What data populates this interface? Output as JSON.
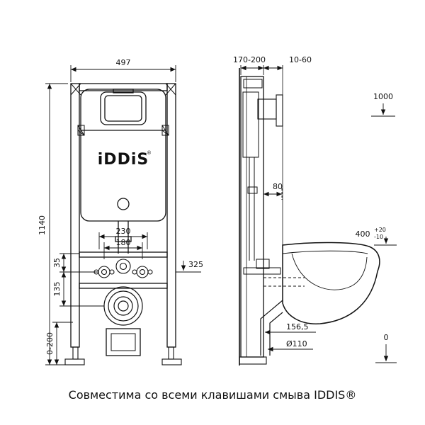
{
  "caption": "Совместима со всеми клавишами смыва IDDIS®",
  "logo": {
    "brand": "iDDiS",
    "registered": "®"
  },
  "front_view": {
    "dim_width": "497",
    "dim_height": "1140",
    "dim_offset_35": "35",
    "dim_offset_135": "135",
    "dim_leg_range": "0-200",
    "dim_bolt_outer": "230",
    "dim_bolt_inner": "180",
    "dim_inlet_height": "325"
  },
  "side_view": {
    "dim_depth": "170-200",
    "dim_wall_gap": "10-60",
    "dim_button_height": "1000",
    "dim_supply_offset": "80",
    "dim_bowl_height": "400",
    "dim_bowl_tol_plus": "+20",
    "dim_bowl_tol_minus": "-10",
    "dim_drain_offset": "156,5",
    "dim_drain_diameter": "Ø110",
    "dim_floor_level": "0"
  }
}
